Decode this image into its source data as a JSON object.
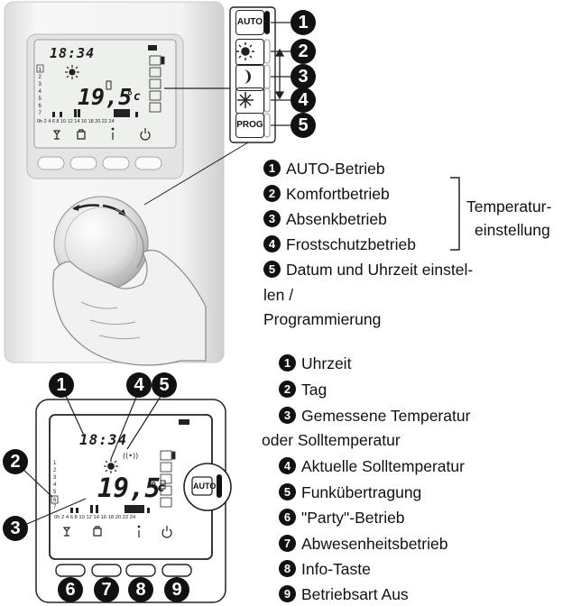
{
  "device_top": {
    "lcd_time": "18:34",
    "lcd_temp": "19,5",
    "lcd_unit": "°c",
    "day_numbers": [
      "1",
      "2",
      "3",
      "4",
      "5",
      "6",
      "7"
    ],
    "hour_scale": "0h 2 4 6 8 10 12 14 16 18 20 22 24",
    "key_auto": "AUTO",
    "key_prog": "PROG",
    "callouts": [
      "1",
      "2",
      "3",
      "4",
      "5"
    ]
  },
  "legend_top": {
    "items": [
      {
        "num": "1",
        "text": "AUTO-Betrieb"
      },
      {
        "num": "2",
        "text": "Komfortbetrieb"
      },
      {
        "num": "3",
        "text": "Absenkbetrieb"
      },
      {
        "num": "4",
        "text": "Frostschutzbetrieb"
      },
      {
        "num": "5",
        "text": "Datum und Uhrzeit einstel-"
      }
    ],
    "item5_line2": "len /",
    "item5_line3": "Programmierung",
    "bracket_label_1": "Temperatur-",
    "bracket_label_2": "einstellung"
  },
  "device_bottom": {
    "lcd_time": "18:34",
    "lcd_temp": "19,5",
    "lcd_unit": "°c",
    "hour_scale": "0h 2 4 6 8 10 12 14 16 18 20 22 24",
    "key_auto": "AUTO",
    "callouts_top": [
      "1",
      "4",
      "5"
    ],
    "callouts_left": [
      "2",
      "3"
    ],
    "callouts_bottom": [
      "6",
      "7",
      "8",
      "9"
    ]
  },
  "legend_bottom": {
    "items": [
      {
        "num": "1",
        "text": "Uhrzeit"
      },
      {
        "num": "2",
        "text": "Tag"
      },
      {
        "num": "3",
        "text": "Gemessene Temperatur"
      },
      {
        "num": "4",
        "text": "Aktuelle Solltemperatur"
      },
      {
        "num": "5",
        "text": "Funkübertragung"
      },
      {
        "num": "6",
        "text": "\"Party\"-Betrieb"
      },
      {
        "num": "7",
        "text": "Abwesenheitsbetrieb"
      },
      {
        "num": "8",
        "text": "Info-Taste"
      },
      {
        "num": "9",
        "text": "Betriebsart Aus"
      }
    ],
    "item3_line2": "oder Solltemperatur"
  },
  "colors": {
    "ink": "#111111",
    "device_body": "#f2f2f2",
    "lcd_bg": "#e9ecea"
  }
}
